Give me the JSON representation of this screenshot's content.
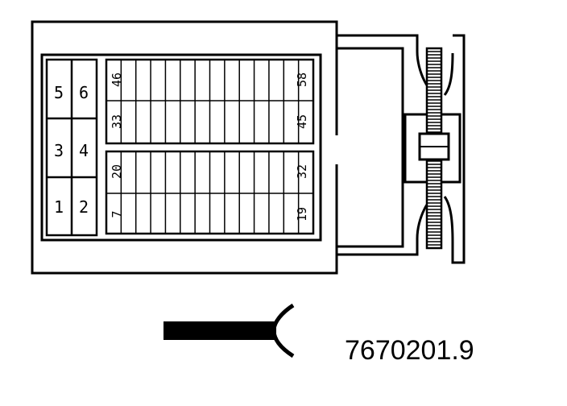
{
  "connector": {
    "cavities_left": [
      "5",
      "6",
      "3",
      "4",
      "1",
      "2"
    ],
    "upper_block_labels": {
      "top_left": "46",
      "bottom_left": "33",
      "top_right": "58",
      "bottom_right": "45"
    },
    "lower_block_labels": {
      "top_left": "20",
      "bottom_left": "7",
      "top_right": "32",
      "bottom_right": "19"
    }
  },
  "part_number": "7670201.9",
  "colors": {
    "line": "#000000",
    "background": "#ffffff"
  }
}
